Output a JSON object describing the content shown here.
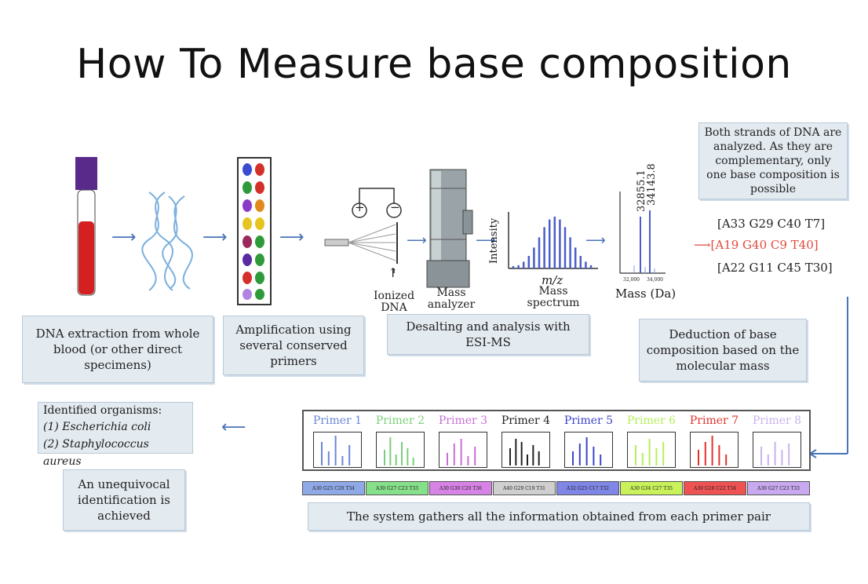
{
  "title": "How To Measure base composition",
  "boxes": {
    "extraction": "DNA extraction from whole blood (or other direct specimens)",
    "amplification": "Amplification using several conserved primers",
    "desalting": "Desalting and analysis with ESI-MS",
    "deduction": "Deduction of base composition based on the molecular mass",
    "strands": "Both strands of DNA are analyzed. As they are complementary, only one base composition is possible",
    "identification": "An unequivocal identification is achieved",
    "system": "The system gathers all the information obtained from each primer pair"
  },
  "labels": {
    "ionized": "Ionized DNA",
    "mass_analyzer": "Mass analyzer",
    "mass_spectrum": "Mass spectrum",
    "intensity": "Intensity",
    "mz": "m/z",
    "mass_da": "Mass (Da)",
    "peak1": "32855.1",
    "peak2": "34143.8",
    "tick1": "32,000",
    "tick2": "34,000",
    "plus": "+",
    "minus": "−"
  },
  "compositions": [
    {
      "text": "[A33 G29 C40 T7]",
      "color": "#222222",
      "arrow": ""
    },
    {
      "text": "[A19 G40 C9 T40]",
      "color": "#e2483c",
      "arrow": "⟶"
    },
    {
      "text": "[A22 G11 C45 T30]",
      "color": "#222222",
      "arrow": ""
    }
  ],
  "organisms": {
    "heading": "Identified organisms:",
    "items": [
      "(1) Escherichia coli",
      "(2) Staphylococcus aureus"
    ]
  },
  "primers": [
    {
      "name": "Primer 1",
      "color": "#6b86d6",
      "code": "A30 G25 C20 T34",
      "bg": "#8fa8e6"
    },
    {
      "name": "Primer 2",
      "color": "#79d07a",
      "code": "A30 G27 C23 T33",
      "bg": "#86e08a"
    },
    {
      "name": "Primer 3",
      "color": "#c86fd6",
      "code": "A30 G30 C20 T36",
      "bg": "#d783e6"
    },
    {
      "name": "Primer 4",
      "color": "#222222",
      "code": "A40 G29 C19 T31",
      "bg": "#cfcfcf"
    },
    {
      "name": "Primer 5",
      "color": "#3b46c8",
      "code": "A32 G25 C17 T32",
      "bg": "#7f86e6"
    },
    {
      "name": "Primer 6",
      "color": "#b6ee5a",
      "code": "A30 G34 C27 T35",
      "bg": "#c9f25a"
    },
    {
      "name": "Primer 7",
      "color": "#e0332a",
      "code": "A30 G28 C22 T34",
      "bg": "#ef5252"
    },
    {
      "name": "Primer 8",
      "color": "#c9b3ec",
      "code": "A30 G27 C23 T33",
      "bg": "#c8a8ee"
    }
  ],
  "colors": {
    "arrow": "#4a74b8",
    "box_bg": "#e3eaf0",
    "blood": "#d42020",
    "cap": "#5a2a8a"
  }
}
